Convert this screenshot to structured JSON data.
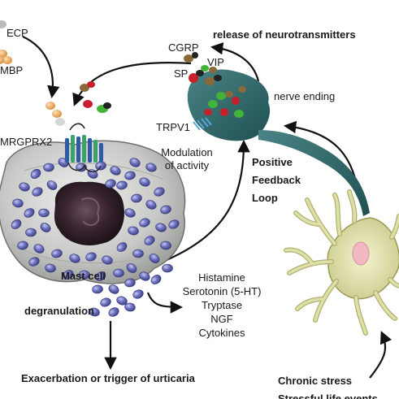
{
  "labels": {
    "ecp": "ECP",
    "mbp": "MBP",
    "mrgprx2": "MRGPRX2",
    "release": "release of neurotransmitters",
    "cgrp": "CGRP",
    "vip": "VIP",
    "sp": "SP",
    "nerve_ending": "nerve ending",
    "trpv1": "TRPV1",
    "modulation": [
      "Modulation",
      "of activity"
    ],
    "positive_feedback": [
      "Positive",
      "Feedback",
      "Loop"
    ],
    "mast_cell": "Mast cell",
    "mediators": [
      "Histamine",
      "Serotonin (5-HT)",
      "Tryptase",
      "NGF",
      "Cytokines"
    ],
    "degranulation": "degranulation",
    "exacerbation": "Exacerbation or trigger of urticaria",
    "stress": [
      "Chronic stress",
      "Stressful life events"
    ]
  },
  "colors": {
    "nerve": "#2e6a6c",
    "neuron": "#dfe0a8",
    "neuron_stroke": "#9a9a55",
    "granule": "#5b5fa8",
    "granule_light": "#b9bbe8",
    "cell_body": "#c9c9c5",
    "nucleus": "#2a1b22",
    "receptor_blue": "#2e5aa8",
    "receptor_green": "#3aa36a",
    "sp_red": "#c8202a",
    "cgrp_green": "#43b33a",
    "vip_brown": "#8a6a3a",
    "eos_orange": "#e8a35a"
  }
}
